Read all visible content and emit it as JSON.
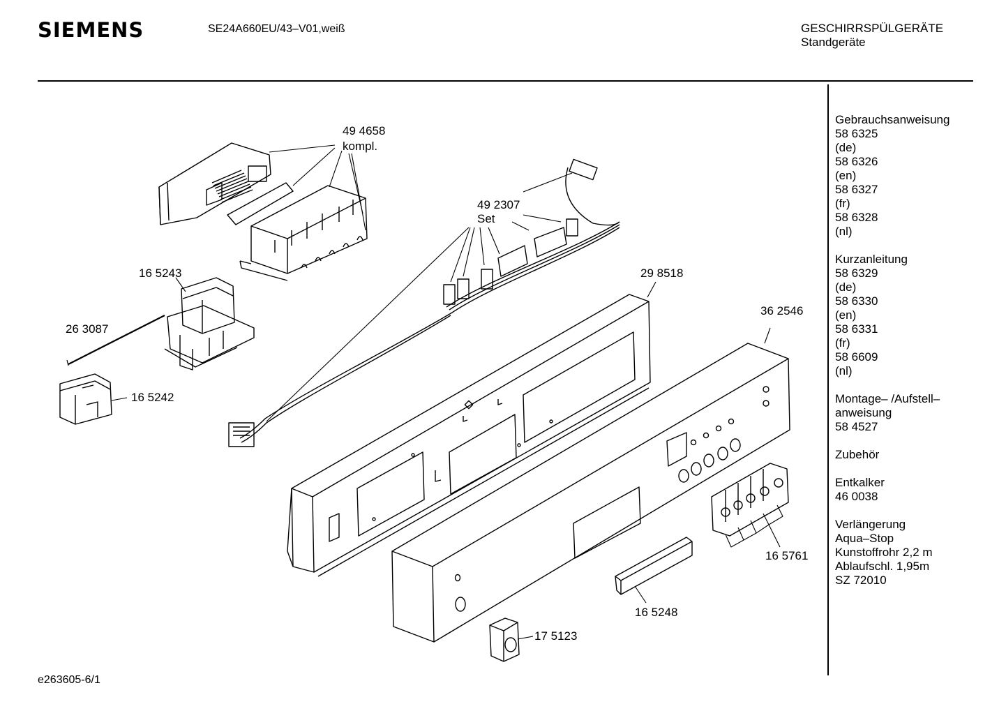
{
  "header": {
    "brand": "SIEMENS",
    "model": "SE24A660EU/43–V01,weiß",
    "category_line1": "GESCHIRRSPÜLGERÄTE",
    "category_line2": "Standgeräte"
  },
  "sidebar": {
    "groups": [
      {
        "lines": [
          "Gebrauchsanweisung",
          "58 6325",
          "(de)",
          "58 6326",
          "(en)",
          "58 6327",
          "(fr)",
          "58 6328",
          "(nl)"
        ]
      },
      {
        "lines": [
          "Kurzanleitung",
          "58 6329",
          "(de)",
          "58 6330",
          "(en)",
          "58 6331",
          "(fr)",
          "58 6609",
          "(nl)"
        ]
      },
      {
        "lines": [
          "Montage– /Aufstell–",
          "anweisung",
          "58 4527"
        ]
      },
      {
        "lines": [
          "Zubehör"
        ]
      },
      {
        "lines": [
          "Entkalker",
          "46 0038"
        ]
      },
      {
        "lines": [
          "Verlängerung",
          "Aqua–Stop",
          "Kunstoffrohr 2,2 m",
          "Ablaufschl. 1,95m",
          "SZ 72010"
        ]
      }
    ]
  },
  "parts": {
    "p494658": "49 4658",
    "p494658_note": "kompl.",
    "p492307": "49 2307",
    "p492307_note": "Set",
    "p165243": "16 5243",
    "p263087": "26 3087",
    "p165242": "16 5242",
    "p298518": "29 8518",
    "p362546": "36 2546",
    "p165761": "16 5761",
    "p165248": "16 5248",
    "p175123": "17 5123"
  },
  "footer": {
    "doc_id": "e263605-6/1"
  }
}
